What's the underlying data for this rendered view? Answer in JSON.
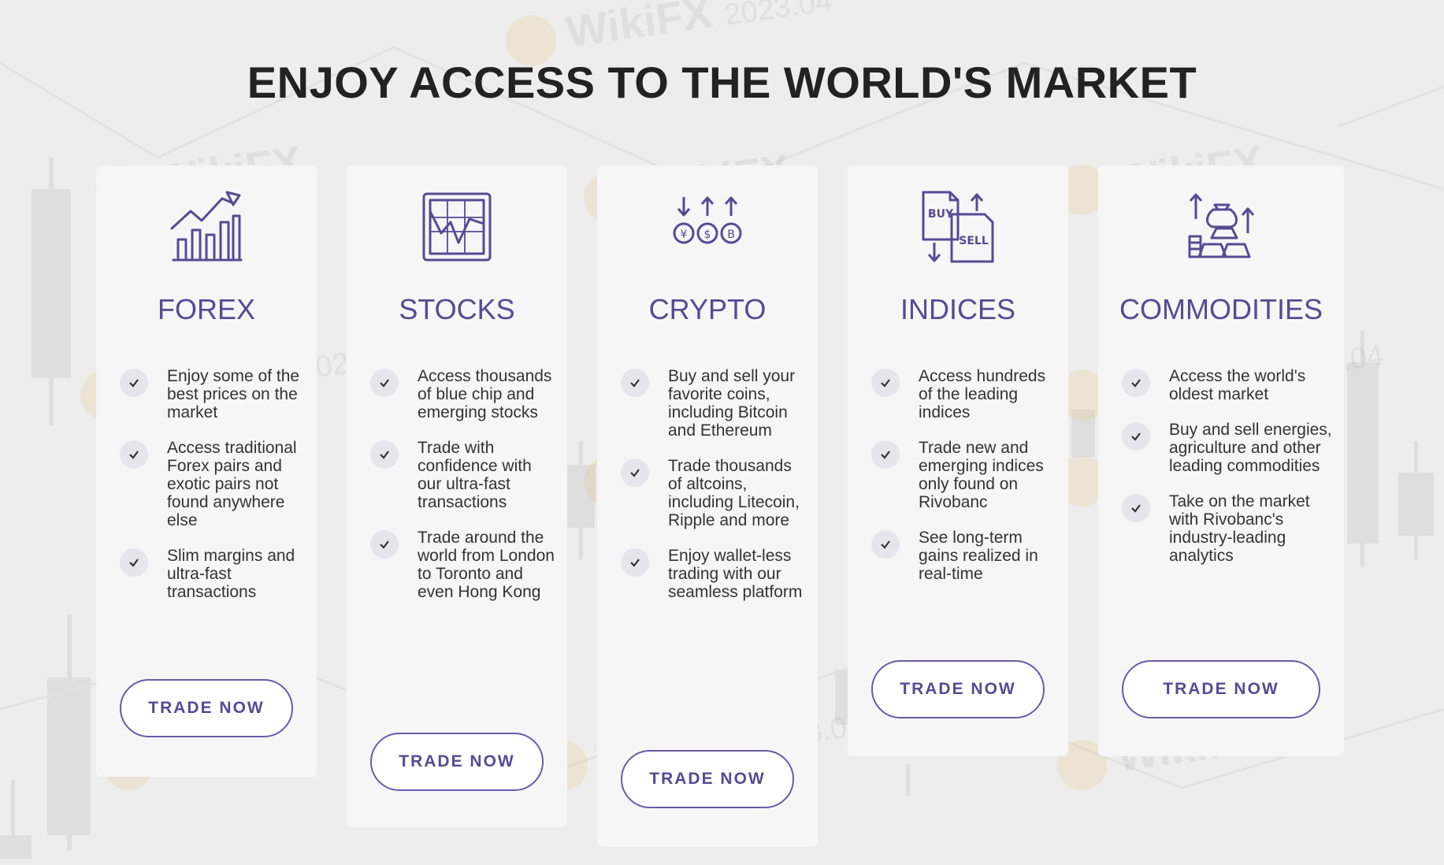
{
  "title": "ENJOY ACCESS TO THE WORLD'S MARKET",
  "watermark": {
    "brand": "WikiFX",
    "stamp": "2023.04"
  },
  "colors": {
    "accent": "#574a93",
    "card_bg": "#f6f6f7",
    "check_bg": "#e6e4ec",
    "page_bg": "#ededed"
  },
  "cards": [
    {
      "key": "forex",
      "title": "FOREX",
      "icon": "chart-arrow-up-icon",
      "button": "TRADE NOW",
      "features": [
        "Enjoy some of the best prices on the market",
        "Access traditional Forex pairs and exotic pairs not found anywhere else",
        "Slim margins and ultra-fast transactions"
      ]
    },
    {
      "key": "stocks",
      "title": "STOCKS",
      "icon": "stock-chart-icon",
      "button": "TRADE NOW",
      "features": [
        "Access thousands of blue chip and emerging stocks",
        "Trade with confidence with our ultra-fast transactions",
        "Trade around the world from London to Toronto and even Hong Kong"
      ]
    },
    {
      "key": "crypto",
      "title": "CRYPTO",
      "icon": "crypto-coins-icon",
      "button": "TRADE NOW",
      "features": [
        "Buy and sell your favorite coins, including Bitcoin and Ethereum",
        "Trade thousands of altcoins, including Litecoin, Ripple and more",
        "Enjoy wallet-less trading with our seamless platform"
      ]
    },
    {
      "key": "indices",
      "title": "INDICES",
      "icon": "buy-sell-documents-icon",
      "button": "TRADE NOW",
      "features": [
        "Access hundreds of the leading indices",
        "Trade new and emerging indices only found on Rivobanc",
        "See long-term gains realized in real-time"
      ]
    },
    {
      "key": "commodities",
      "title": "COMMODITIES",
      "icon": "gold-bars-icon",
      "button": "TRADE NOW",
      "features": [
        "Access the world's oldest market",
        "Buy and sell energies, agriculture and other leading commodities",
        "Take on the market with Rivobanc's industry-leading analytics"
      ]
    }
  ]
}
